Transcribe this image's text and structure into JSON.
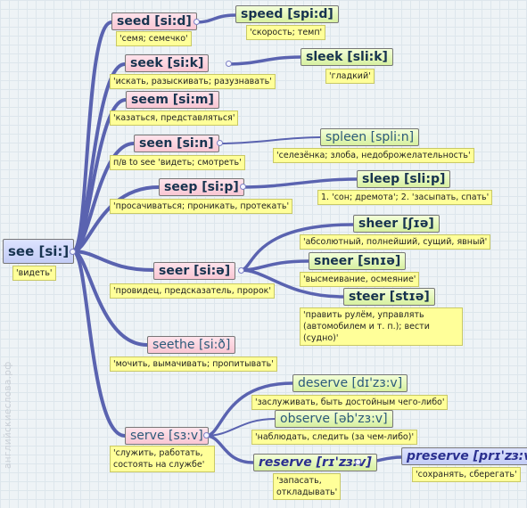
{
  "root": {
    "word": "see [si:]",
    "translation": "'видеть'"
  },
  "words": [
    {
      "word": "seed [si:d]",
      "translation": "'семя; семечко'"
    },
    {
      "word": "speed [spi:d]",
      "translation": "'скорость; темп'"
    },
    {
      "word": "seek [si:k]",
      "translation": "'искать, разыскивать; разузнавать'"
    },
    {
      "word": "sleek [sli:k]",
      "translation": "'гладкий'"
    },
    {
      "word": "seem [si:m]",
      "translation": "'казаться, представляться'"
    },
    {
      "word": "seen [si:n]",
      "translation": "п/в to see 'видеть; смотреть'"
    },
    {
      "word": "spleen [spli:n]",
      "translation": "'селезёнка; злоба, недоброжелательность'"
    },
    {
      "word": "seep [si:p]",
      "translation": "'просачиваться; проникать, протекать'"
    },
    {
      "word": "sleep [sli:p]",
      "translation": "1. 'сон; дремота'; 2. 'засыпать, спать'"
    },
    {
      "word": "seer [si:ə]",
      "translation": "'провидец, предсказатель, пророк'"
    },
    {
      "word": "sheer [ʃɪə]",
      "translation": "'абсолютный, полнейший, сущий, явный'"
    },
    {
      "word": "sneer [snɪə]",
      "translation": "'высмеивание, осмеяние'"
    },
    {
      "word": "steer [stɪə]",
      "translation": "'править рулём, управлять (автомобилем и т. п.); вести (судно)'"
    },
    {
      "word": "seethe [si:ð]",
      "translation": "'мочить, вымачивать; пропитывать'"
    },
    {
      "word": "serve [sɜ:v]",
      "translation": "'служить, работать, состоять на службе'"
    },
    {
      "word": "deserve [dɪ'zɜ:v]",
      "translation": "'заслуживать, быть достойным чего-либо'"
    },
    {
      "word": "observe [əb'zɜ:v]",
      "translation": "'наблюдать, следить (за чем-либо)'"
    },
    {
      "word": "reserve [rɪ'zɜ:v]",
      "translation": "'запасать, откладывать'"
    },
    {
      "word": "preserve [prɪ'zɜ:v]",
      "translation": "'сохранять, сберегать'"
    }
  ],
  "watermark": "английскиеслова.рф"
}
